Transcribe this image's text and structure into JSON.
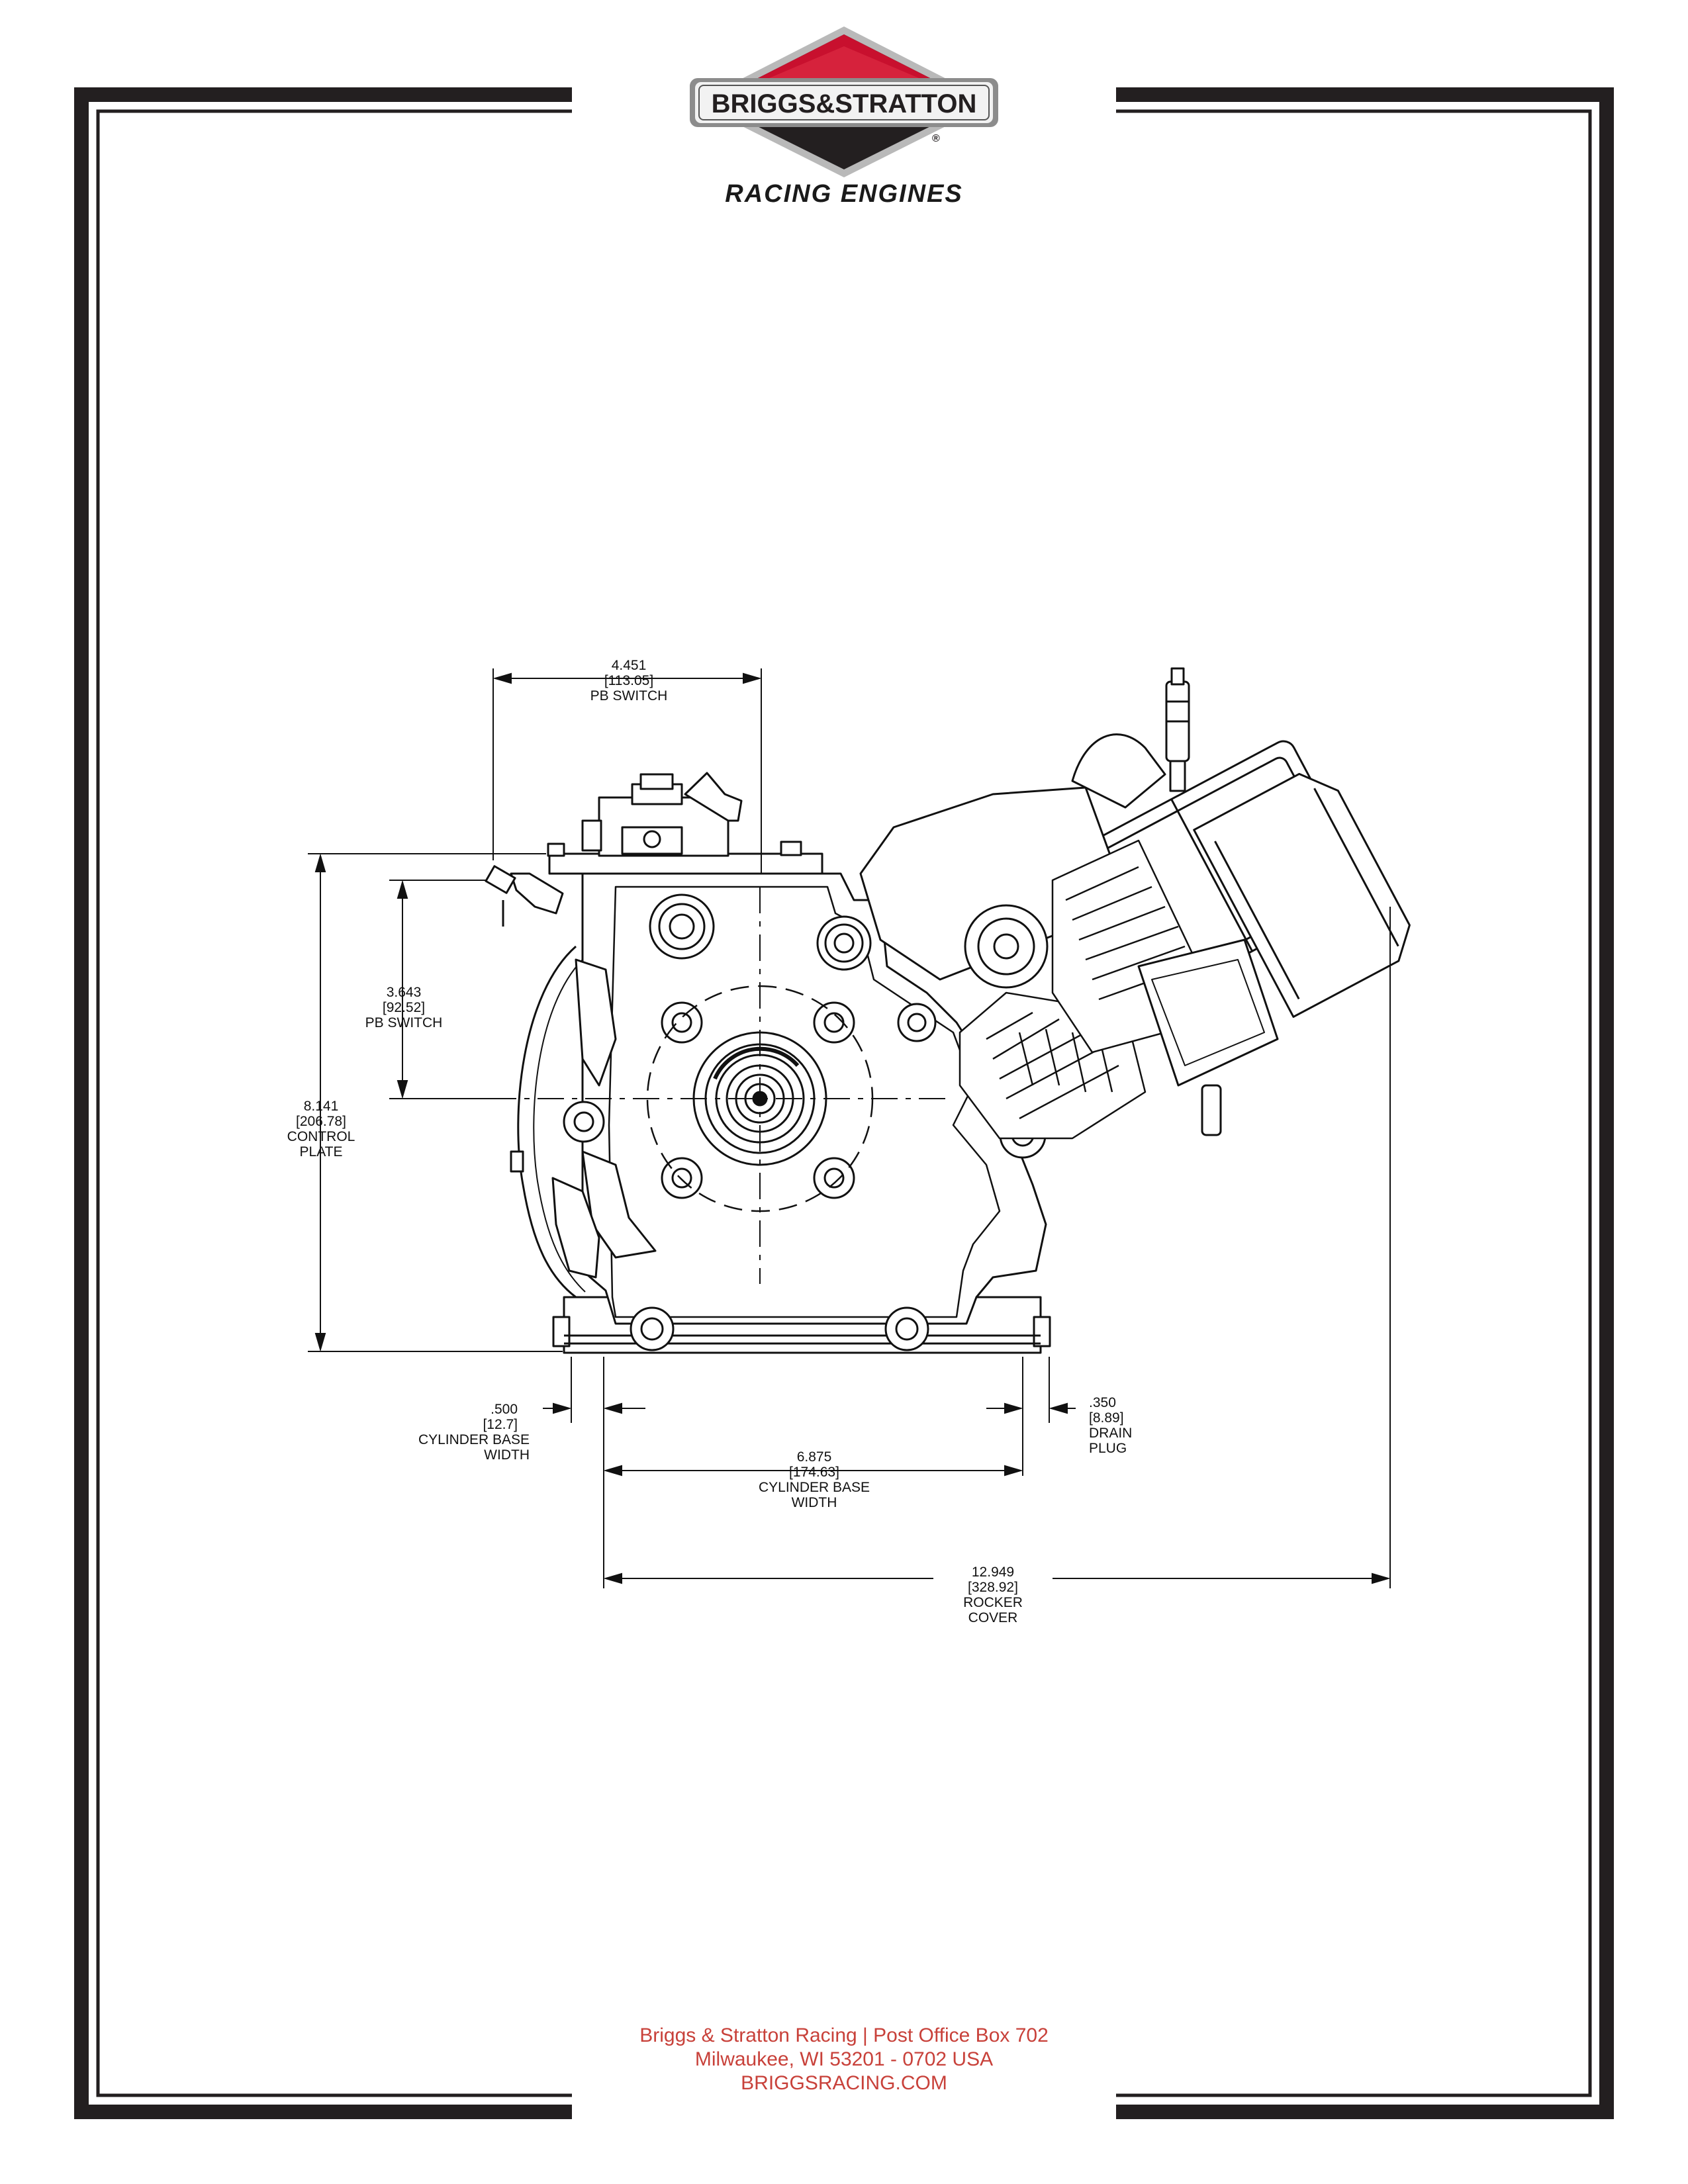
{
  "brand": {
    "logo_text": "BRIGGS&STRATTON",
    "registered_mark": "®",
    "subtitle": "RACING ENGINES",
    "colors": {
      "red": "#c8102e",
      "dark": "#231f20",
      "silver": "#9a9a9a"
    }
  },
  "dimensions": {
    "pb_switch_h": {
      "value": "4.451",
      "metric": "[113.05]",
      "label": "PB SWITCH"
    },
    "pb_switch_v": {
      "value": "3.643",
      "metric": "[92.52]",
      "label": "PB SWITCH"
    },
    "control_plate": {
      "value": "8.141",
      "metric": "[206.78]",
      "label1": "CONTROL",
      "label2": "PLATE"
    },
    "cyl_base_small": {
      "value": ".500",
      "metric": "[12.7]",
      "label1": "CYLINDER BASE",
      "label2": "WIDTH"
    },
    "drain_plug": {
      "value": ".350",
      "metric": "[8.89]",
      "label1": "DRAIN",
      "label2": "PLUG"
    },
    "cyl_base_width": {
      "value": "6.875",
      "metric": "[174.63]",
      "label1": "CYLINDER BASE",
      "label2": "WIDTH"
    },
    "rocker_cover": {
      "value": "12.949",
      "metric": "[328.92]",
      "label1": "ROCKER",
      "label2": "COVER"
    }
  },
  "footer": {
    "line1": "Briggs & Stratton Racing | Post Office Box 702",
    "line2": "Milwaukee, WI 53201 - 0702 USA",
    "line3": "BRIGGSRACING.COM",
    "color": "#c8413a"
  }
}
